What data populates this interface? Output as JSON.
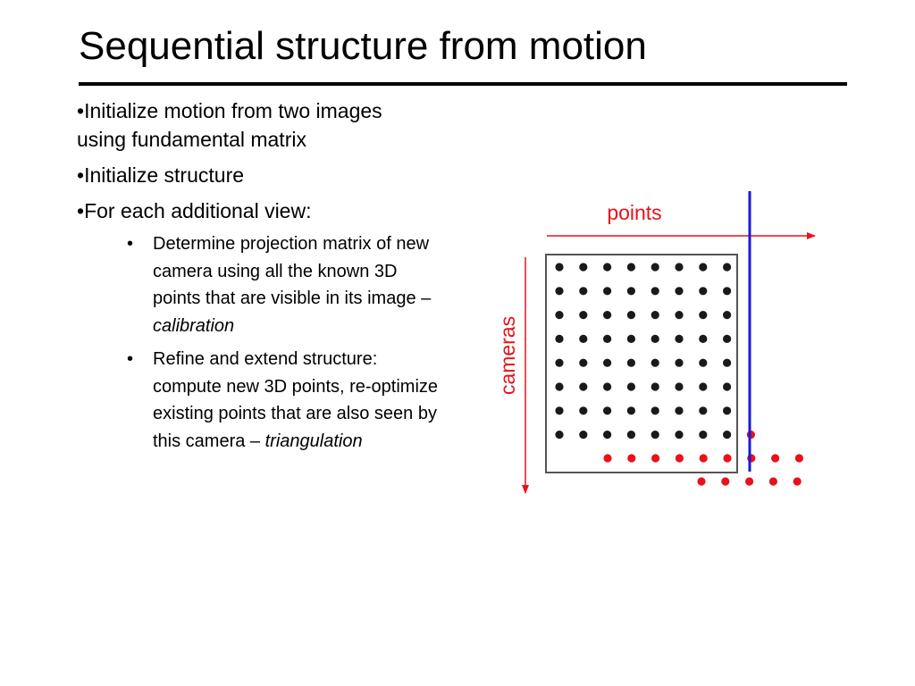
{
  "slide": {
    "title": "Sequential structure from motion",
    "bullets": [
      {
        "marker": "•",
        "text": "Initialize motion from two images using fundamental matrix"
      },
      {
        "marker": "•",
        "text": "Initialize structure"
      },
      {
        "marker": "•",
        "text": "For each additional view:"
      }
    ],
    "sub_bullets": [
      {
        "marker": "•",
        "text": "Determine projection matrix of new camera using all the known 3D points that are visible in its image – ",
        "emphasis": "calibration"
      },
      {
        "marker": "•",
        "text": "Refine and extend structure: compute new 3D points, re-optimize existing points that are also seen by this camera – ",
        "emphasis": "triangulation"
      }
    ]
  },
  "diagram": {
    "points_label": "points",
    "cameras_label": "cameras",
    "colors": {
      "text": "#000000",
      "arrows": "#e8121c",
      "known_dots": "#1a1a1a",
      "new_dots": "#e8121c",
      "divider": "#1a1ad4",
      "box": "#555555"
    },
    "black_grid": {
      "rows": 8,
      "cols": 8
    },
    "red_row_1_count": 9,
    "red_row_2_count": 5,
    "extra_red_dot_count": 1
  }
}
